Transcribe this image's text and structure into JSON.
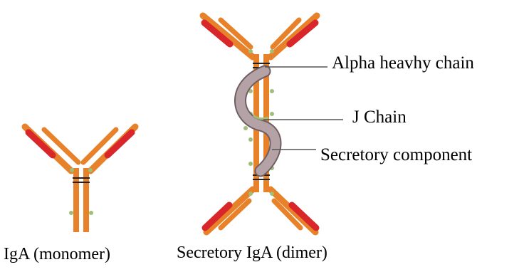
{
  "labels": {
    "alpha_heavy_chain": "Alpha heavhy chain",
    "j_chain": "J Chain",
    "secretory_component": "Secretory component"
  },
  "captions": {
    "monomer": "IgA (monomer)",
    "dimer": "Secretory IgA (dimer)"
  },
  "colors": {
    "heavy_chain": "#e8822a",
    "light_chain_tip": "#d8262b",
    "carbohydrate_dots": "#9fbf77",
    "secretory_component": "#b5a2a6",
    "secretory_component_outline": "#6f5f63",
    "leader_lines": "#555555",
    "disulfide_bonds": "#222222"
  }
}
